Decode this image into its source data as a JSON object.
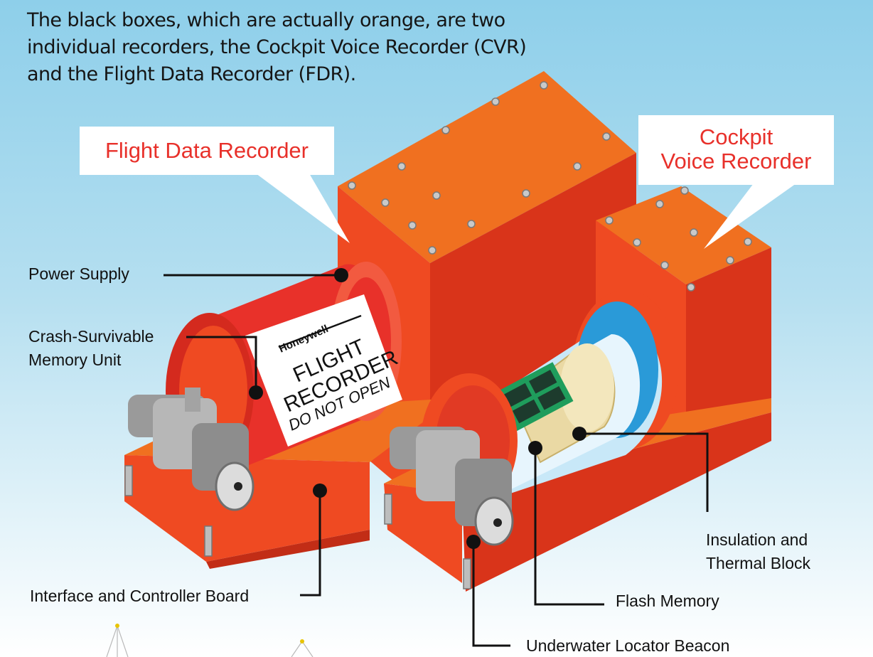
{
  "intro_text": "The black boxes, which are actually orange, are two individual recorders, the Cockpit Voice Recorder (CVR) and the Flight Data Recorder (FDR).",
  "callouts": {
    "fdr": "Flight Data Recorder",
    "cvr_line1": "Cockpit",
    "cvr_line2": "Voice Recorder"
  },
  "device_label": {
    "brand": "Honeywell",
    "line1": "FLIGHT",
    "line2": "RECORDER",
    "line3": "DO NOT OPEN"
  },
  "labels": {
    "power_supply": "Power Supply",
    "csmu_line1": "Crash-Survivable",
    "csmu_line2": "Memory Unit",
    "interface_board": "Interface and Controller Board",
    "insulation_line1": "Insulation and",
    "insulation_line2": "Thermal Block",
    "flash_memory": "Flash Memory",
    "beacon": "Underwater Locator Beacon"
  },
  "colors": {
    "orange_top": "#f07020",
    "orange_front": "#ef4a22",
    "orange_side": "#d9341a",
    "callout_red": "#e8302a",
    "chip_green": "#1f9d5c",
    "insulation_tan": "#ead9a4",
    "inner_blue": "#2a9ad8"
  }
}
